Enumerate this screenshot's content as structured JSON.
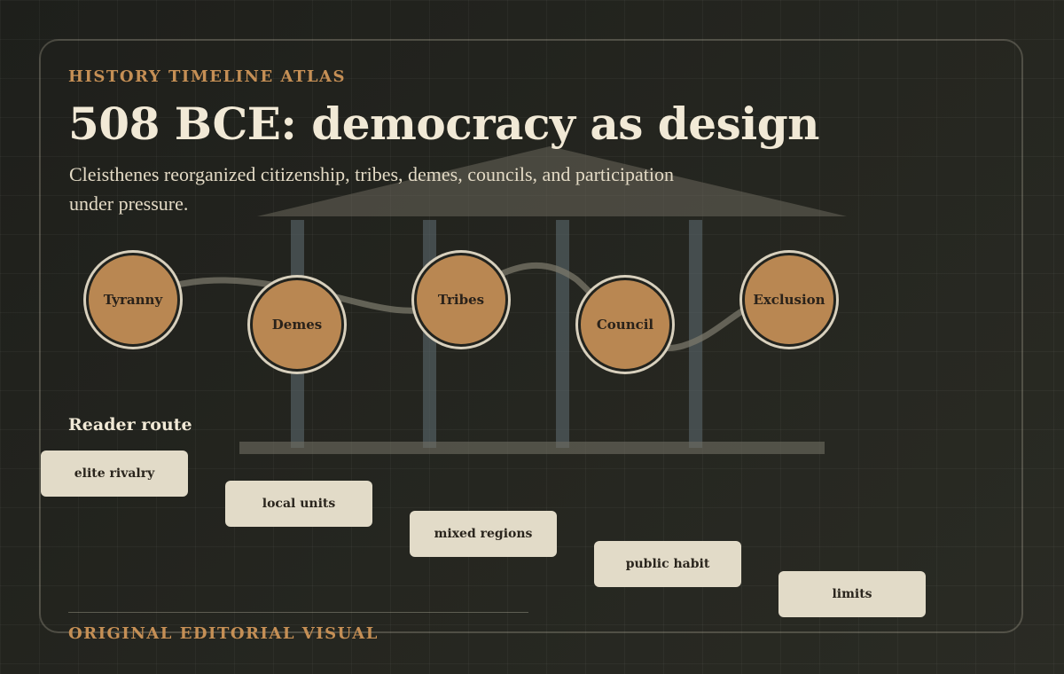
{
  "header": {
    "kicker": "HISTORY TIMELINE ATLAS",
    "title": "508 BCE: democracy as design",
    "subtitle": "Cleisthenes reorganized citizenship, tribes, demes, councils, and participation under pressure."
  },
  "timeline": {
    "nodes": [
      {
        "label": "Tyranny"
      },
      {
        "label": "Demes"
      },
      {
        "label": "Tribes"
      },
      {
        "label": "Council"
      },
      {
        "label": "Exclusion"
      }
    ]
  },
  "route": {
    "heading": "Reader route",
    "steps": [
      {
        "label": "elite rivalry"
      },
      {
        "label": "local units"
      },
      {
        "label": "mixed regions"
      },
      {
        "label": "public habit"
      },
      {
        "label": "limits"
      }
    ]
  },
  "footer": {
    "label": "ORIGINAL EDITORIAL VISUAL"
  },
  "colors": {
    "background": "#22231e",
    "accent": "#c58f55",
    "node_fill": "#b98752",
    "card_fill": "#e2dbc8",
    "text_light": "#f1e9d6"
  }
}
